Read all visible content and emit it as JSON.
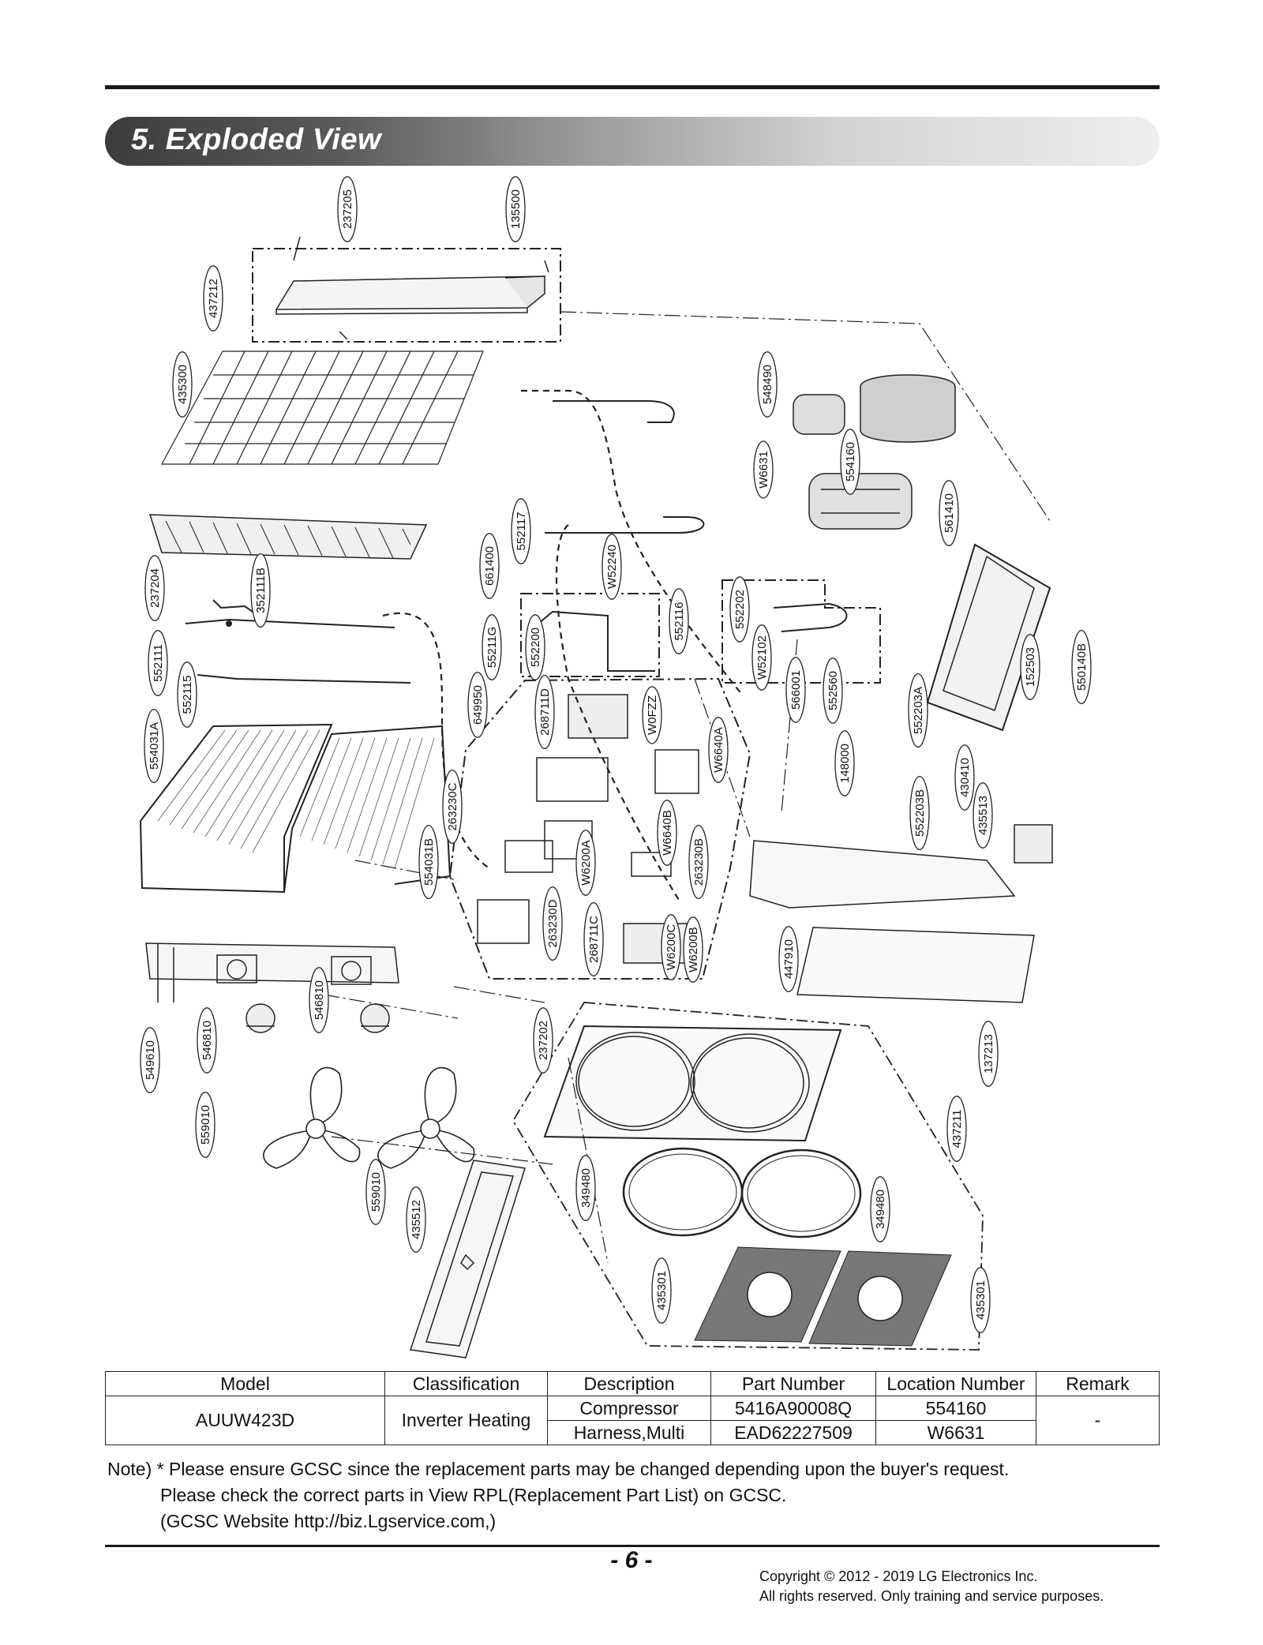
{
  "section": {
    "title": "5. Exploded View"
  },
  "diagram": {
    "part_labels": {
      "p237205": "237205",
      "p135500": "135500",
      "p437212": "437212",
      "p435300": "435300",
      "p548490": "548490",
      "pW6631": "W6631",
      "p554160": "554160",
      "p561410": "561410",
      "p552117": "552117",
      "p661400": "661400",
      "pW52240": "W52240",
      "p237204": "237204",
      "p352111B": "352111B",
      "p552111": "552111",
      "p55211G": "55211G",
      "p552200": "552200",
      "p552116": "552116",
      "p552202": "552202",
      "pW52102": "W52102",
      "p152503": "152503",
      "p550140B": "550140B",
      "p552115": "552115",
      "p649950": "649950",
      "p268711D": "268711D",
      "pW0FZZ": "W0FZZ",
      "p566001": "566001",
      "p552560": "552560",
      "p552203A": "552203A",
      "p554031A": "554031A",
      "pW6640A": "W6640A",
      "p148000": "148000",
      "p430410": "430410",
      "p263230C": "263230C",
      "p552203B": "552203B",
      "p435513": "435513",
      "pW6640B": "W6640B",
      "pW6200A": "W6200A",
      "p263230B": "263230B",
      "p554031B": "554031B",
      "p263230D": "263230D",
      "p268711C": "268711C",
      "pW6200C": "W6200C",
      "pW6200B": "W6200B",
      "p447910": "447910",
      "p549610": "549610",
      "p546810a": "546810",
      "p546810b": "546810",
      "p237202": "237202",
      "p137213": "137213",
      "p559010a": "559010",
      "p437211": "437211",
      "p559010b": "559010",
      "p435512": "435512",
      "p349480a": "349480",
      "p349480b": "349480",
      "p435301a": "435301",
      "p435301b": "435301"
    }
  },
  "table": {
    "headers": [
      "Model",
      "Classification",
      "Description",
      "Part Number",
      "Location Number",
      "Remark"
    ],
    "model": "AUUW423D",
    "classification": "Inverter Heating",
    "rows": [
      {
        "description": "Compressor",
        "part_number": "5416A90008Q",
        "location": "554160"
      },
      {
        "description": "Harness,Multi",
        "part_number": "EAD62227509",
        "location": "W6631"
      }
    ],
    "remark": "-"
  },
  "note": {
    "line1": "Note) * Please ensure GCSC since the replacement parts may be changed depending upon the buyer's request.",
    "line2": "Please check  the correct parts in View RPL(Replacement Part List) on GCSC.",
    "line3": "(GCSC Website  http://biz.Lgservice.com,)"
  },
  "footer": {
    "page": "- 6 -",
    "copyright1": "Copyright © 2012 - 2019 LG Electronics Inc.",
    "copyright2": "All rights reserved. Only training and service purposes."
  }
}
